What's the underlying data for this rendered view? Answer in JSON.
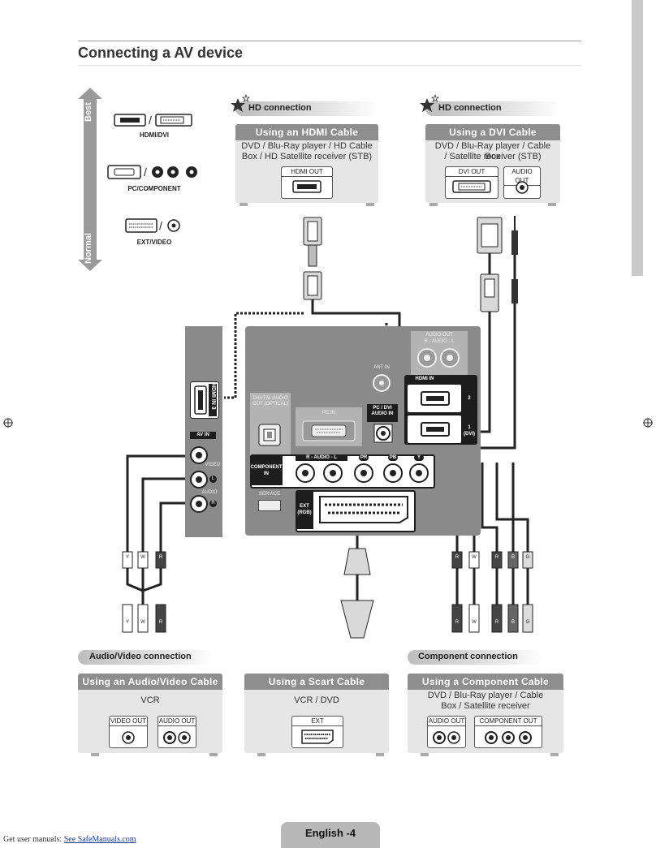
{
  "page": {
    "title": "Connecting a AV device",
    "footer_page": "English -4",
    "footer_prefix": "Get user manuals:",
    "footer_link": "See SafeManuals.com"
  },
  "quality_scale": {
    "best": "Best",
    "normal": "Normal",
    "connectors": [
      "HDMI/DVI",
      "PC/COMPONENT",
      "EXT/VIDEO"
    ]
  },
  "sections": {
    "hd_left": "HD connection",
    "hd_right": "HD connection",
    "audio_video": "Audio/Video connection",
    "component": "Component connection"
  },
  "source_boxes": {
    "hdmi": {
      "title": "Using an HDMI Cable",
      "desc_line1": "DVD / Blu-Ray player / HD Cable",
      "desc_line2": "Box / HD Satellite receiver (STB)",
      "ports": [
        "HDMI OUT"
      ]
    },
    "dvi": {
      "title": "Using a DVI Cable",
      "desc_line1": "DVD / Blu-Ray player / Cable Box",
      "desc_line2": "/ Satellite receiver (STB)",
      "ports": [
        "DVI OUT",
        "AUDIO OUT"
      ]
    },
    "av": {
      "title": "Using an Audio/Video Cable",
      "desc_line1": "VCR",
      "ports": [
        "VIDEO OUT",
        "AUDIO OUT"
      ]
    },
    "scart": {
      "title": "Using a Scart Cable",
      "desc_line1": "VCR / DVD",
      "ports": [
        "EXT"
      ]
    },
    "component": {
      "title": "Using a Component Cable",
      "desc_line1": "DVD / Blu-Ray player / Cable",
      "desc_line2": "Box / Satellite receiver",
      "ports": [
        "AUDIO OUT",
        "COMPONENT OUT"
      ]
    }
  },
  "tv_side": {
    "hdmi_in3": "HDMI IN 3",
    "av_in": "AV IN",
    "video": "VIDEO",
    "audio": "AUDIO",
    "l": "L",
    "r": "R"
  },
  "tv_rear": {
    "audio_out": "AUDIO OUT",
    "audio_lr": "R - AUDIO - L",
    "ant_in": "ANT IN",
    "hdmi_in": "HDMI IN",
    "hdmi_2": "2",
    "hdmi_1": "1",
    "hdmi_1_sub": "(DVI)",
    "digital_audio_out": "DIGITAL AUDIO OUT (OPTICAL)",
    "pc_in": "PC IN",
    "pc_dvi_audio_in": "PC / DVI AUDIO IN",
    "component_in": "COMPONENT IN",
    "comp_audio": "R - AUDIO - L",
    "pr": "PR",
    "pb": "PB",
    "y": "Y",
    "service": "SERVICE",
    "ext_rgb": "EXT (RGB)"
  },
  "plug_letters": {
    "av_top": [
      "Y",
      "W",
      "R"
    ],
    "av_bottom": [
      "Y",
      "W",
      "R"
    ],
    "comp_top": [
      "R",
      "W",
      "R",
      "B",
      "G"
    ],
    "comp_bottom": [
      "R",
      "W",
      "R",
      "B",
      "G"
    ]
  }
}
